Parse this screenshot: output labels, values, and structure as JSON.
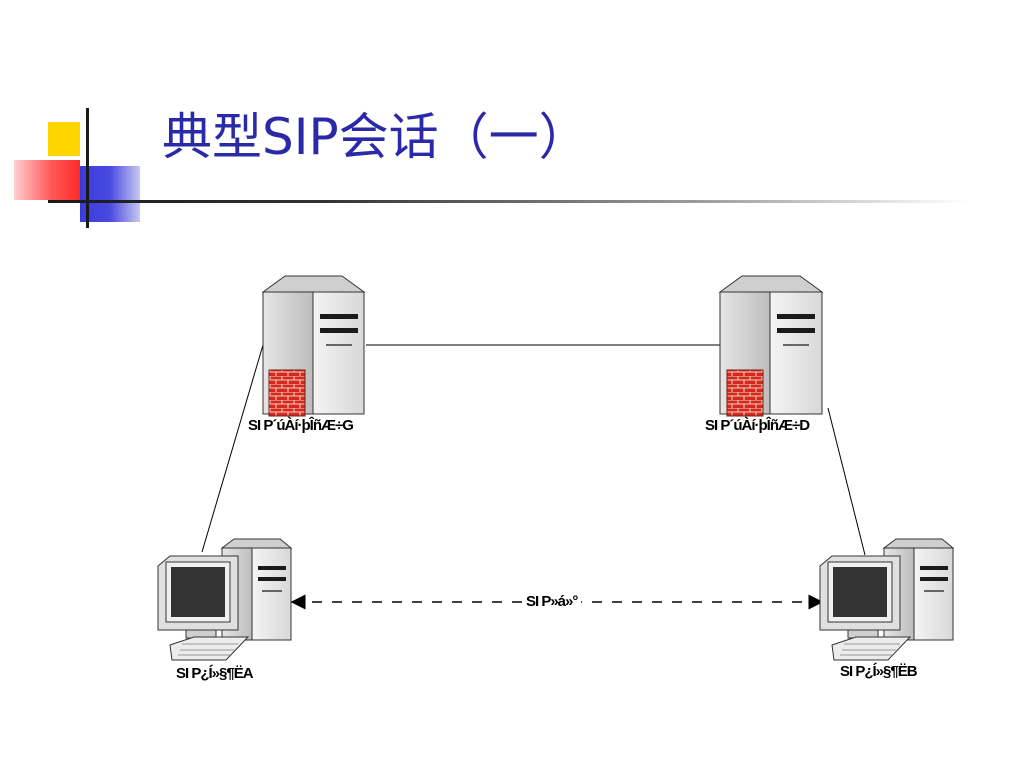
{
  "slide": {
    "title": "典型SIP会话（一）"
  },
  "diagram": {
    "nodes": {
      "proxy_left": {
        "label": "SI P´úÀí·þÎñÆ÷G"
      },
      "proxy_right": {
        "label": "SI P´úÀí·þÎñÆ÷D"
      },
      "ua_left": {
        "label": "SI P¿Í»§¶ËA"
      },
      "ua_right": {
        "label": "SI P¿Í»§¶ËB"
      }
    },
    "edges": {
      "session": {
        "label": "SI P»á»°"
      }
    }
  },
  "colors": {
    "title": "#2a2aa8",
    "accent_yellow": "#ffd400",
    "accent_red": "#ff3b3b",
    "accent_blue": "#3b3bdc",
    "firewall_brick": "#d42a1e"
  }
}
